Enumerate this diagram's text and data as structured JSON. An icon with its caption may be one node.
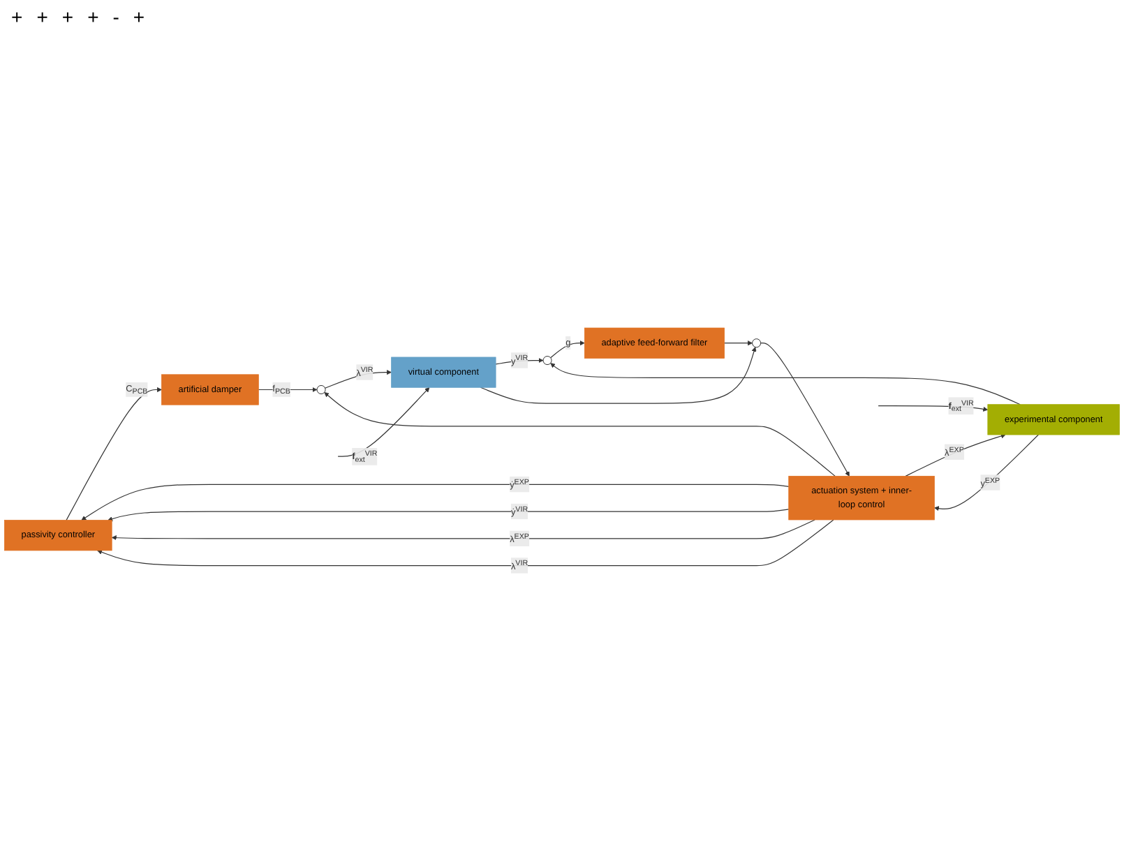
{
  "diagram": {
    "nodes": [
      {
        "text": [
          "passivity controller"
        ]
      },
      {
        "text": [
          "artificial damper"
        ]
      },
      {
        "text": [
          "virtual component"
        ]
      },
      {
        "text": [
          "actuation system + inner-loop control"
        ]
      },
      {
        "text": [
          "experimental component"
        ]
      },
      {
        "text": [
          "adaptive feed-forward filter"
        ]
      },
      {
        "text": [],
        "shape": "circle"
      },
      {
        "text": [],
        "shape": "circle"
      },
      {
        "text": [],
        "shape": "circle"
      }
    ],
    "edges": [
      {
        "from": 0,
        "to": 1,
        "arrow": "to",
        "label": "C$_{PCB}$"
      },
      {
        "from": 1,
        "to": 6,
        "arrow": "to",
        "label": "f$_{PCB}$"
      },
      {
        "from": 6,
        "to": 2,
        "arrow": "to",
        "label": "λ$^{VIR}$"
      },
      {
        "from": null,
        "to": 2,
        "arrow": "to",
        "label": "**f**$_{ext}$$^{VIR}$"
      },
      {
        "from": 2,
        "to": 8,
        "arrow": "to",
        "label": "y$^{VIR}$"
      },
      {
        "from": 2,
        "to": 7,
        "arrow": "to"
      },
      {
        "from": null,
        "to": 4,
        "arrow": "to",
        "label": "**f**$_{ext}$$^{VIR}$"
      },
      {
        "from": 3,
        "to": 4,
        "arrow": "to",
        "label": "λ$^{EXP}$"
      },
      {
        "from": 3,
        "to": 6,
        "arrow": "to"
      },
      {
        "from": 4,
        "to": 3,
        "arrow": "to",
        "label": "y$^{EXP}$"
      },
      {
        "from": 4,
        "to": 8,
        "arrow": "to"
      },
      {
        "from": 3,
        "to": 0,
        "arrow": "to",
        "label": "ẏ$^{EXP}$"
      },
      {
        "from": 3,
        "to": 0,
        "arrow": "to",
        "label": "ẏ$^{VIR}$"
      },
      {
        "from": 3,
        "to": 0,
        "arrow": "to",
        "label": "λ$^{EXP}$"
      },
      {
        "from": 3,
        "to": 0,
        "arrow": "to",
        "label": "λ$^{VIR}$"
      },
      {
        "from": 5,
        "to": 7,
        "arrow": "to"
      },
      {
        "from": 7,
        "to": 3,
        "arrow": "to"
      },
      {
        "from": 8,
        "to": 5,
        "arrow": "to",
        "label": "g"
      }
    ],
    "labels": [
      "+",
      "+",
      "+",
      "+",
      "-",
      "+"
    ]
  }
}
